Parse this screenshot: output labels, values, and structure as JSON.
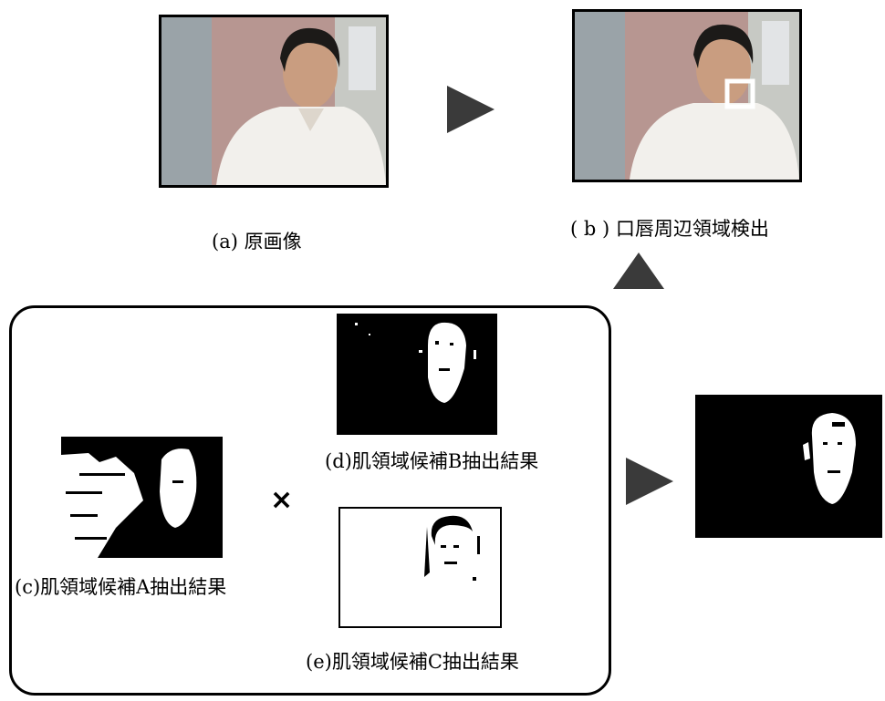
{
  "captions": {
    "a": "(a) 原画像",
    "b": "( b ) 口唇周辺領域検出",
    "c": "(c)肌領域候補A抽出結果",
    "d": "(d)肌領域候補B抽出結果",
    "e": "(e)肌領域候補C抽出結果"
  },
  "operator": "×",
  "colors": {
    "stroke": "#000000",
    "background": "#ffffff",
    "skin": "#f3f1ee",
    "wall": "#b9958f"
  },
  "icons": [
    "right-arrow-icon",
    "up-arrow-icon",
    "multiply-icon"
  ]
}
